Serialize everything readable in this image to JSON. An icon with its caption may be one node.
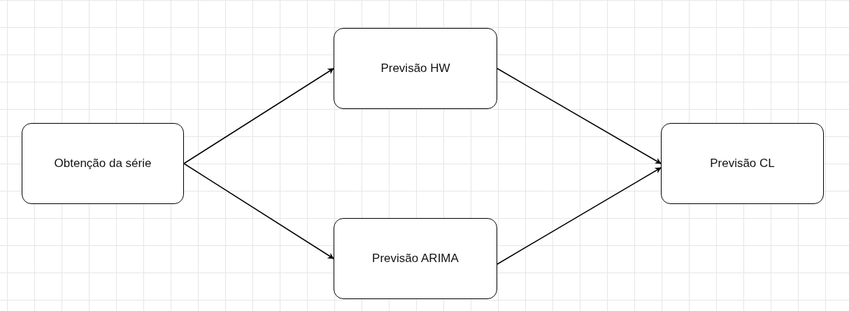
{
  "diagram": {
    "nodes": [
      {
        "text": [
          "Obtenção da série"
        ]
      },
      {
        "text": [
          "Previsão HW"
        ]
      },
      {
        "text": [
          "Previsão ARIMA"
        ]
      },
      {
        "text": [
          "Previsão CL"
        ]
      }
    ],
    "edges": [
      {
        "from": 0,
        "to": 1,
        "arrow": "to"
      },
      {
        "from": 0,
        "to": 2,
        "arrow": "to"
      },
      {
        "from": 1,
        "to": 3,
        "arrow": "to"
      },
      {
        "from": 2,
        "to": 3,
        "arrow": "to"
      }
    ]
  }
}
